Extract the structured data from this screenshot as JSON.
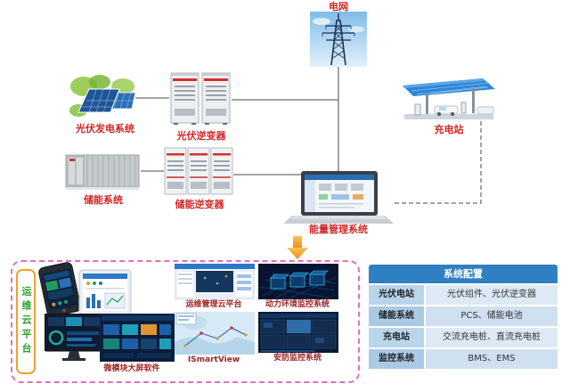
{
  "diagram": {
    "grid": "电网",
    "pv_system": "光伏发电系统",
    "pv_inverter": "光伏逆变器",
    "charging_station": "充电站",
    "storage_system": "储能系统",
    "storage_inverter": "储能逆变器",
    "ems": "能量管理系统"
  },
  "platform": {
    "side_label": "运维云平台",
    "cloud_label": "运维管理云平台",
    "power_env_label": "动力环境监控系统",
    "bigscreen_label": "微模块大屏软件",
    "ismartview_label": "ISmartView",
    "security_label": "安防监控系统"
  },
  "config_table": {
    "title": "系统配置",
    "rows": [
      {
        "name": "光伏电站",
        "value": "光伏组件、光伏逆变器"
      },
      {
        "name": "储能系统",
        "value": "PCS、储能电池"
      },
      {
        "name": "充电站",
        "value": "交流充电桩、直流充电桩"
      },
      {
        "name": "监控系统",
        "value": "BMS、EMS"
      }
    ]
  },
  "colors": {
    "label_red": "#d42525",
    "platform_green": "#2e9e2e",
    "accent_orange": "#f39c12",
    "table_header_blue": "#2f80c3",
    "dashed_border_pink": "#e06fc0"
  }
}
